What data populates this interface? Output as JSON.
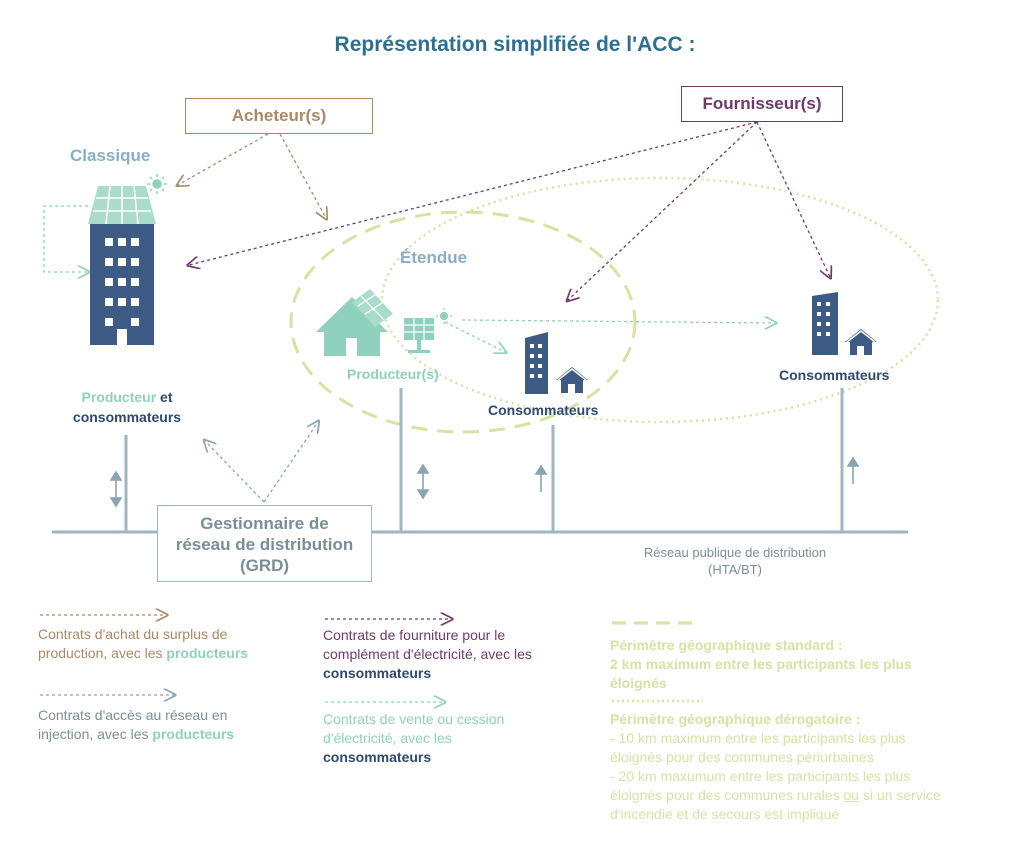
{
  "title": "Représentation  simplifiée de l'ACC :",
  "boxes": {
    "buyer": "Acheteur(s)",
    "supplier": "Fournisseur(s)",
    "grd_line1": "Gestionnaire de",
    "grd_line2": "réseau de distribution",
    "grd_line3": "(GRD)"
  },
  "zones": {
    "classic": "Classique",
    "extended": "Étendue"
  },
  "labels": {
    "producer_part": "Producteur",
    "and": " et",
    "consumers_lower": "consommateurs",
    "producers": "Producteur(s)",
    "consumers_1": "Consommateurs",
    "consumers_2": "Consommateurs",
    "network_line1": "Réseau publique de distribution",
    "network_line2": "(HTA/BT)"
  },
  "legend": {
    "purchase": {
      "text1": "Contrats d'achat du surplus de",
      "text2": "production, avec les ",
      "bold": "producteurs"
    },
    "access": {
      "text1": "Contrats d'accès au réseau en",
      "text2": "injection, avec les ",
      "bold": "producteurs"
    },
    "supply": {
      "text1": "Contrats de fourniture pour le",
      "text2": "complément d'électricité, avec les",
      "bold": "consommateurs"
    },
    "sale": {
      "text1": "Contrats de vente ou cession",
      "text2": "d'électricité, avec les",
      "bold": "consommateurs"
    },
    "standard": {
      "line1": "Périmètre géographique standard :",
      "line2": "2 km maximum entre les participants les plus",
      "line3": "éloignés"
    },
    "derogatory": {
      "title": "Périmètre géographique dérogatoire :",
      "line1": "- 10 km maximum entre les participants les plus",
      "line2": "éloignés pour des communes périurbaines",
      "line3": "- 20 km maxumum entre les participants les plus",
      "line4a": "éloignés pour des communes rurales ",
      "line4u": "ou",
      "line4b": " si un service",
      "line5": "d'incendie et de secours est impliqué"
    }
  },
  "colors": {
    "title": "#2d6f8f",
    "buyer": "#a98a66",
    "supplier": "#6e3b68",
    "grd": "#9eb7c1",
    "teal": "#8fd1bd",
    "navy": "#2f4a6d",
    "perimeter": "#d5e3a3"
  },
  "icons": [
    "sun-icon",
    "solar-panel-icon",
    "house-icon",
    "building-icon",
    "arrow-icon"
  ]
}
